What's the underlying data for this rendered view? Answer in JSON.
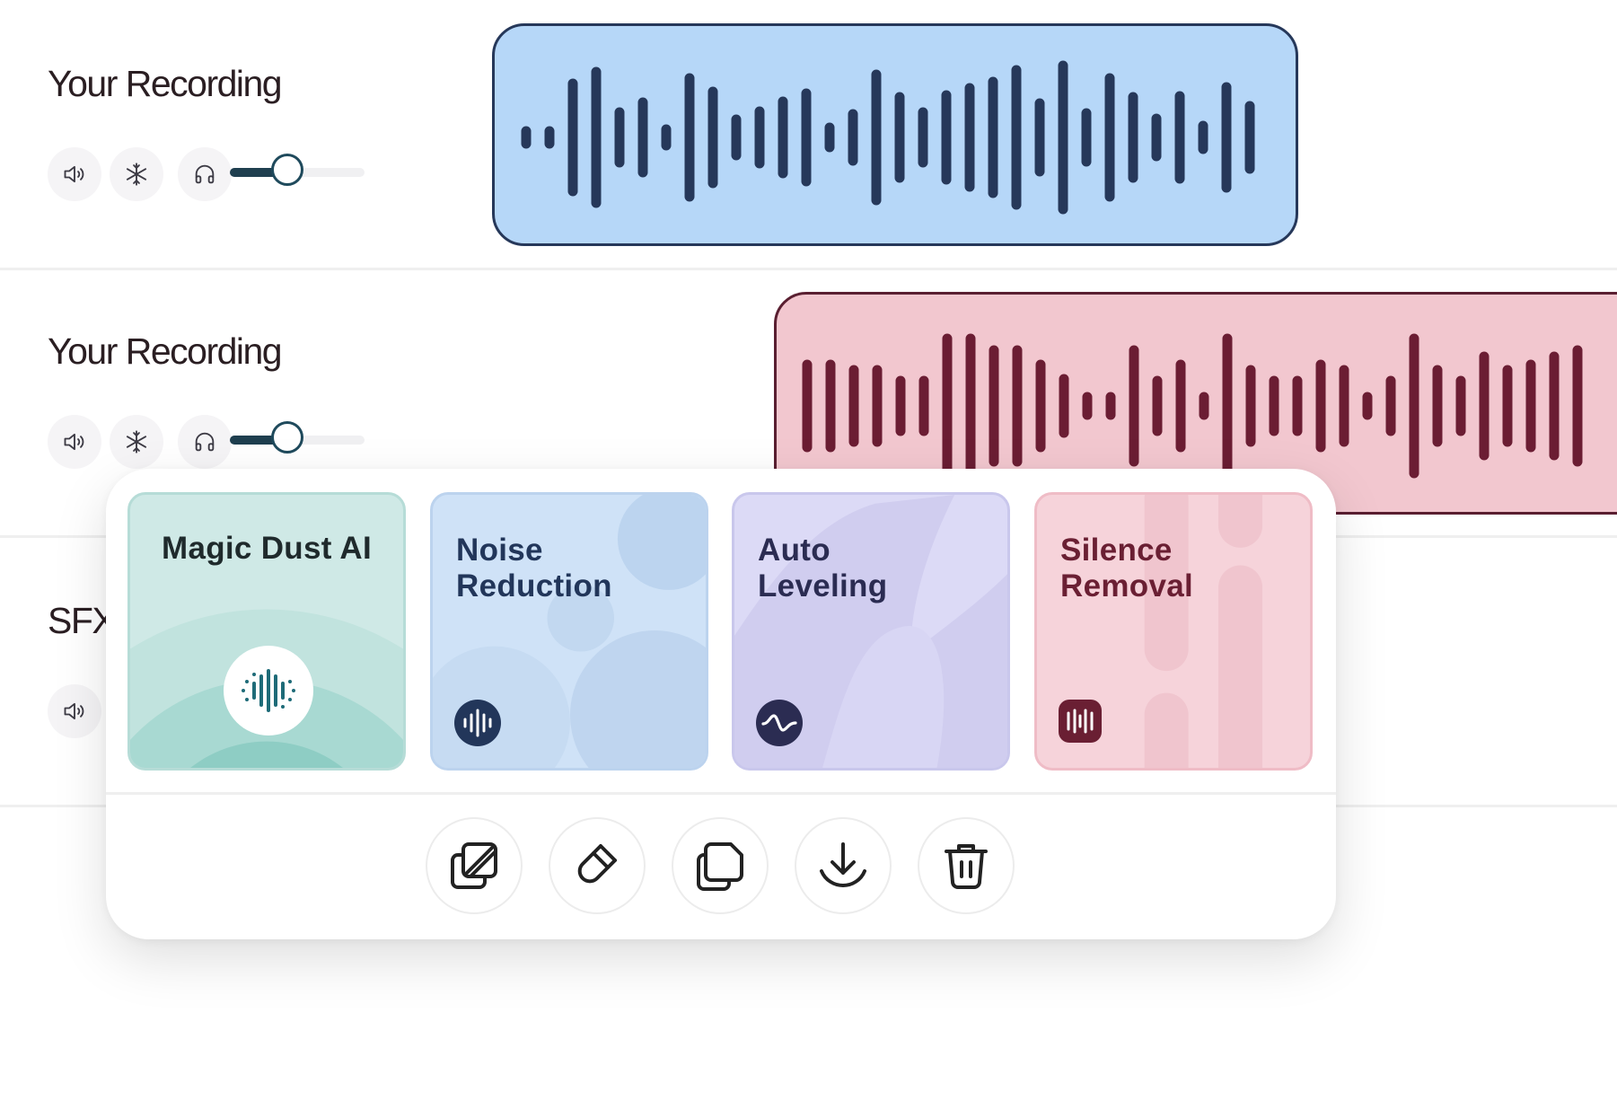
{
  "tracks": [
    {
      "title": "Your Recording",
      "volume_level": 0.4
    },
    {
      "title": "Your Recording",
      "volume_level": 0.4
    },
    {
      "title": "SFX"
    }
  ],
  "clips": {
    "recording_1": {
      "color": "#b6d7f8",
      "wave_color": "#26385a"
    },
    "recording_2": {
      "color": "#f2c7cf",
      "wave_color": "#6b1d33"
    }
  },
  "effects": [
    {
      "label": "Magic Dust AI",
      "icon": "sound-wave-icon",
      "color": "#cfe9e6"
    },
    {
      "label": "Noise\nReduction",
      "icon": "waveform-circle-icon",
      "color": "#cfe2f7"
    },
    {
      "label": "Auto\nLeveling",
      "icon": "pulse-icon",
      "color": "#dcdaf6"
    },
    {
      "label": "Silence\nRemoval",
      "icon": "bars-icon",
      "color": "#f6d3da"
    }
  ],
  "toolbar": [
    "replace-icon",
    "magnet-icon",
    "copy-icon",
    "download-icon",
    "trash-icon"
  ]
}
